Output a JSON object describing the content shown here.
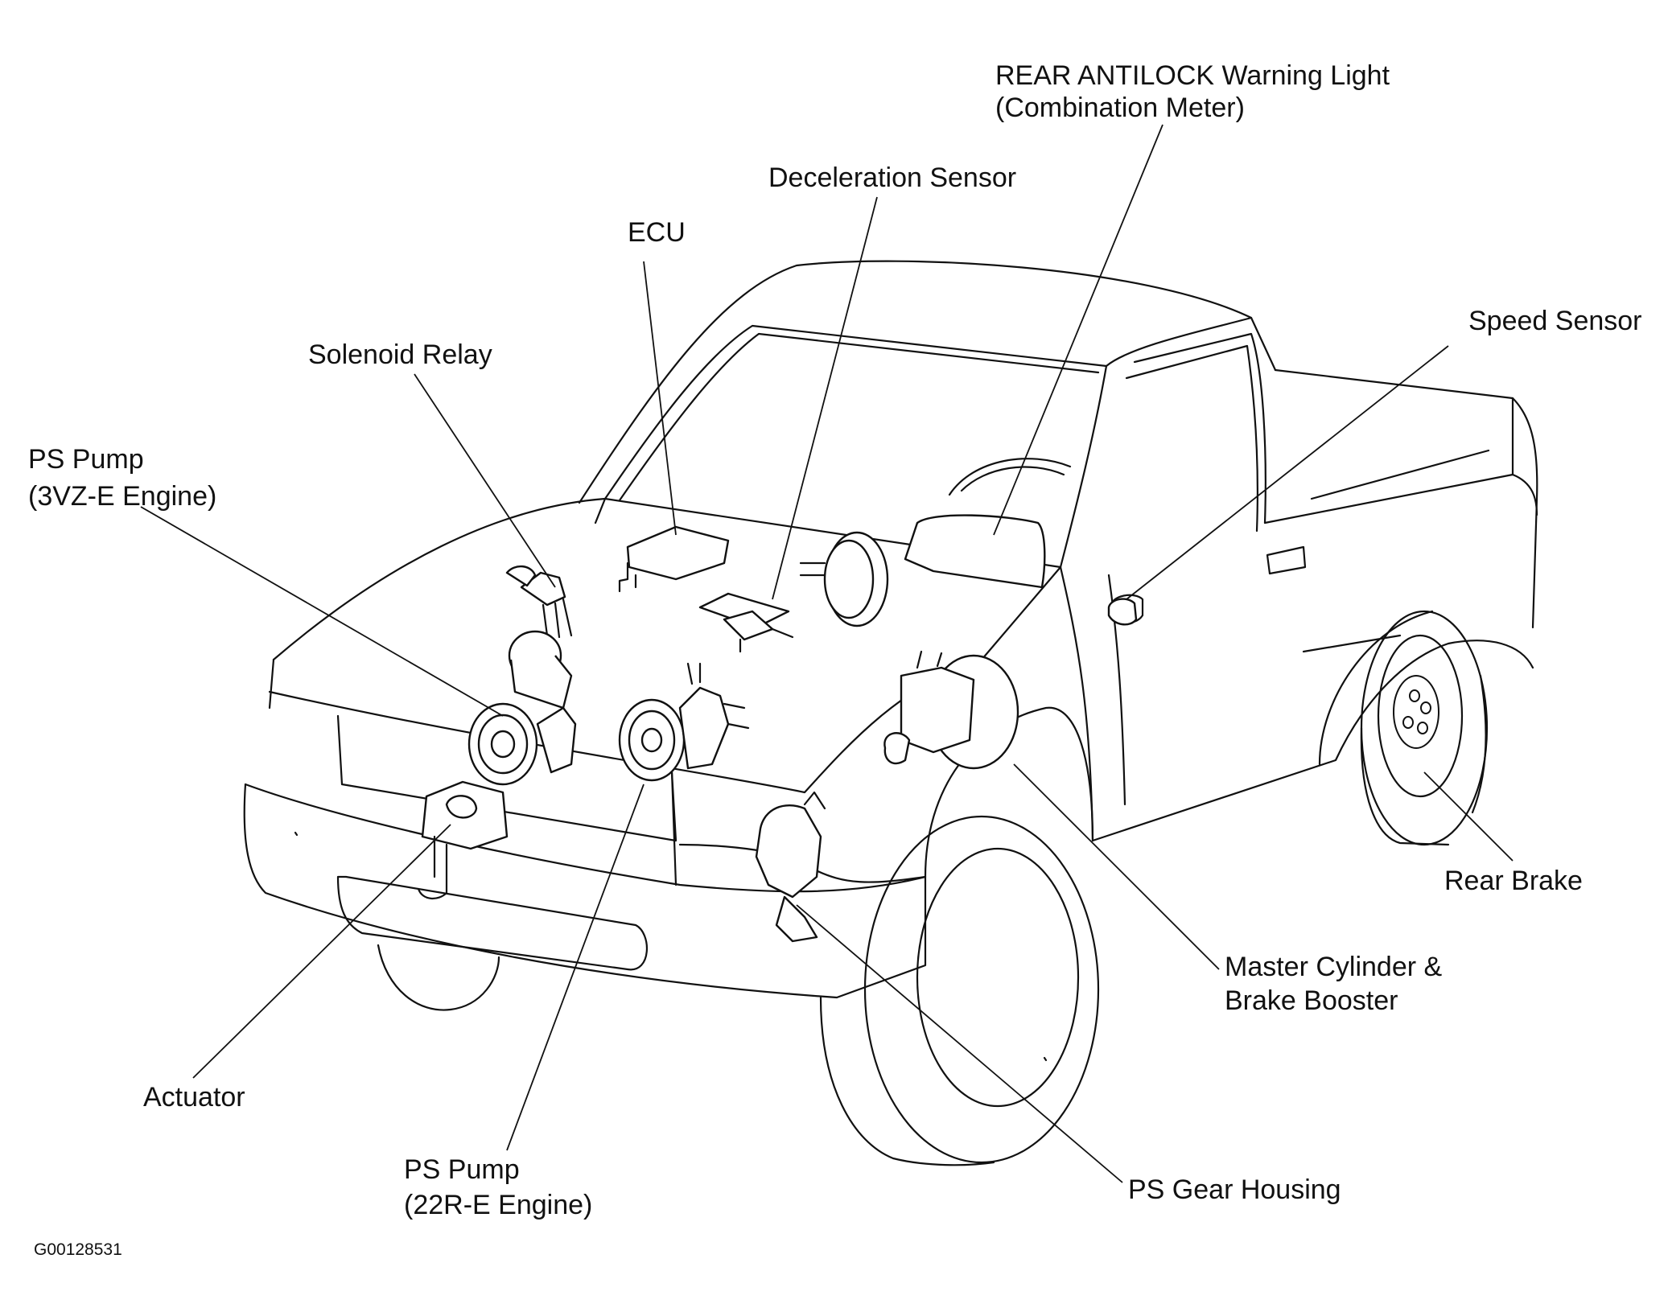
{
  "diagram": {
    "labels": {
      "warning_light_line1": "REAR ANTILOCK Warning Light",
      "warning_light_line2": "(Combination Meter)",
      "deceleration_sensor": "Deceleration Sensor",
      "ecu": "ECU",
      "speed_sensor": "Speed Sensor",
      "solenoid_relay": "Solenoid Relay",
      "ps_pump_3vz_line1": "PS Pump",
      "ps_pump_3vz_line2": "(3VZ-E Engine)",
      "rear_brake": "Rear Brake",
      "master_cylinder_line1": "Master Cylinder &",
      "master_cylinder_line2": "Brake Booster",
      "actuator": "Actuator",
      "ps_pump_22r_line1": "PS Pump",
      "ps_pump_22r_line2": "(22R-E Engine)",
      "ps_gear_housing": "PS Gear Housing"
    },
    "figure_code": "G00128531"
  }
}
